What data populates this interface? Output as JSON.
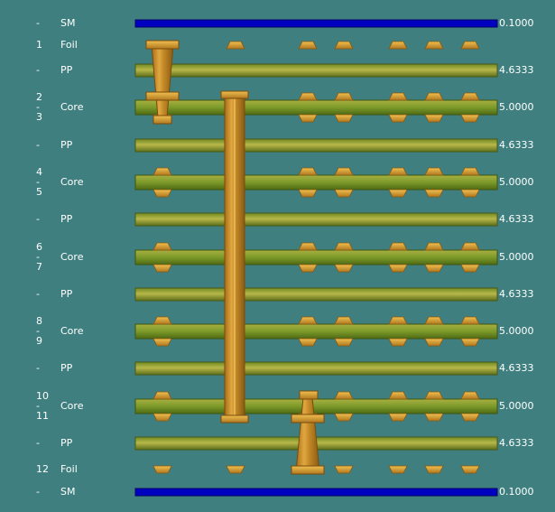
{
  "stackup": {
    "rows": [
      {
        "kind": "mask",
        "num": "-",
        "type": "SM",
        "thickness": "0.1000"
      },
      {
        "kind": "foil",
        "num": "1",
        "type": "Foil",
        "thickness": ""
      },
      {
        "kind": "prepreg",
        "num": "-",
        "type": "PP",
        "thickness": "4.6333"
      },
      {
        "kind": "core",
        "num": "2\n-\n3",
        "type": "Core",
        "thickness": "5.0000"
      },
      {
        "kind": "prepreg",
        "num": "-",
        "type": "PP",
        "thickness": "4.6333"
      },
      {
        "kind": "core",
        "num": "4\n-\n5",
        "type": "Core",
        "thickness": "5.0000"
      },
      {
        "kind": "prepreg",
        "num": "-",
        "type": "PP",
        "thickness": "4.6333"
      },
      {
        "kind": "core",
        "num": "6\n-\n7",
        "type": "Core",
        "thickness": "5.0000"
      },
      {
        "kind": "prepreg",
        "num": "-",
        "type": "PP",
        "thickness": "4.6333"
      },
      {
        "kind": "core",
        "num": "8\n-\n9",
        "type": "Core",
        "thickness": "5.0000"
      },
      {
        "kind": "prepreg",
        "num": "-",
        "type": "PP",
        "thickness": "4.6333"
      },
      {
        "kind": "core",
        "num": "10\n-\n11",
        "type": "Core",
        "thickness": "5.0000"
      },
      {
        "kind": "prepreg",
        "num": "-",
        "type": "PP",
        "thickness": "4.6333"
      },
      {
        "kind": "foil",
        "num": "12",
        "type": "Foil",
        "thickness": ""
      },
      {
        "kind": "mask",
        "num": "-",
        "type": "SM",
        "thickness": "0.1000"
      }
    ],
    "vias": [
      {
        "name": "via-1-2",
        "from": "1",
        "to": "2"
      },
      {
        "name": "via-2-11",
        "from": "2",
        "to": "11"
      },
      {
        "name": "via-11-12",
        "from": "11",
        "to": "12"
      }
    ],
    "colors": {
      "background": "#3f7f7f",
      "solder_mask": "#0000c0",
      "dielectric_light": "#b0b048",
      "dielectric_dark": "#5c6e1a",
      "copper": "#c8902a",
      "copper_dark": "#8a5a10"
    }
  }
}
